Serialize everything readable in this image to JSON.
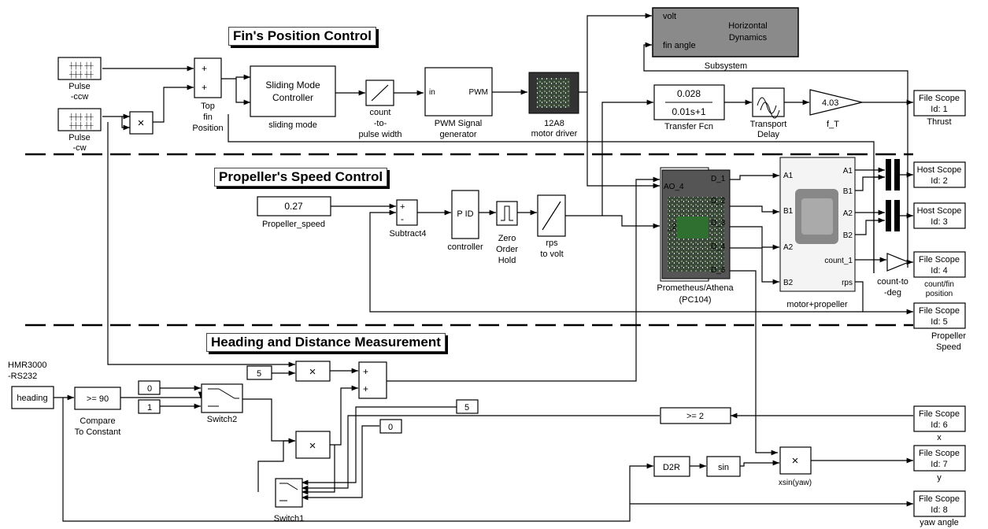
{
  "sections": {
    "fin": "Fin's Position Control",
    "prop": "Propeller's Speed Control",
    "head": "Heading and Distance Measurement"
  },
  "pulse": {
    "ccw_1": "Pulse",
    "ccw_2": "-ccw",
    "cw_1": "Pulse",
    "cw_2": "-cw"
  },
  "top_fin": {
    "l1": "Top",
    "l2": "fin",
    "l3": "Position"
  },
  "sliding": {
    "l1": "Sliding Mode",
    "l2": "Controller",
    "label": "sliding mode"
  },
  "count_pw": {
    "l1": "count",
    "l2": "-to-",
    "l3": "pulse width"
  },
  "pwm": {
    "in": "in",
    "out": "PWM",
    "l1": "PWM Signal",
    "l2": "generator"
  },
  "motor_driver": {
    "l1": "12A8",
    "l2": "motor driver"
  },
  "subsystem": {
    "volt": "volt",
    "fin": "fin angle",
    "t1": "Horizontal",
    "t2": "Dynamics",
    "label": "Subsystem"
  },
  "tf": {
    "num": "0.028",
    "den": "0.01s+1",
    "label": "Transfer Fcn"
  },
  "delay": {
    "l1": "Transport",
    "l2": "Delay"
  },
  "gain_fT": {
    "value": "4.03",
    "label": "f_T"
  },
  "scope1": {
    "l1": "File Scope",
    "l2": "Id: 1",
    "label": "Thrust"
  },
  "scope2": {
    "l1": "Host Scope",
    "l2": "Id: 2"
  },
  "scope3": {
    "l1": "Host Scope",
    "l2": "Id: 3"
  },
  "scope4": {
    "l1": "File Scope",
    "l2": "Id: 4",
    "lab1": "count/fin",
    "lab2": "position"
  },
  "scope5": {
    "l1": "File Scope",
    "l2": "Id: 5",
    "lab1": "Propeller",
    "lab2": "Speed"
  },
  "scope6": {
    "l1": "File Scope",
    "l2": "Id: 6",
    "label": "x"
  },
  "scope7": {
    "l1": "File Scope",
    "l2": "Id: 7",
    "label": "y"
  },
  "scope8": {
    "l1": "File Scope",
    "l2": "Id: 8",
    "label": "yaw angle"
  },
  "prop_speed": {
    "value": "0.27",
    "label": "Propeller_speed"
  },
  "subtract": {
    "label": "Subtract4",
    "plus": "+",
    "minus": "-"
  },
  "pid": {
    "text": "P ID",
    "label": "controller"
  },
  "zoh": {
    "l1": "Zero",
    "l2": "Order",
    "l3": "Hold"
  },
  "rps": {
    "l1": "rps",
    "l2": "to volt"
  },
  "prometheus": {
    "ao": "AO_4",
    "d1": "D_1",
    "d2": "D_2",
    "d3": "D_3",
    "d4": "D_4",
    "d5": "D_5",
    "p2": "_2",
    "l1": "Prometheus/Athena",
    "l2": "(PC104)"
  },
  "motorprop": {
    "a1": "A1",
    "b1": "B1",
    "a2": "A2",
    "b2": "B2",
    "oa1": "A1",
    "ob1": "B1",
    "oa2": "A2",
    "ob2": "B2",
    "count": "count_1",
    "rps": "rps",
    "label": "motor+propeller"
  },
  "count_deg": {
    "l1": "count-to",
    "l2": "-deg"
  },
  "hmr": {
    "l1": "HMR3000",
    "l2": "-RS232",
    "text": "heading"
  },
  "compare": {
    "text": ">= 90",
    "l1": "Compare",
    "l2": "To Constant"
  },
  "consts": {
    "c0": "0",
    "c1": "1",
    "c5a": "5",
    "c5b": "5",
    "c0b": "0"
  },
  "switch2": {
    "label": "Switch2"
  },
  "switch1": {
    "label": "Switch1"
  },
  "ge2": {
    "text": ">= 2"
  },
  "d2r": {
    "text": "D2R"
  },
  "sin": {
    "text": "sin"
  },
  "xsin": {
    "label": "xsin(yaw)"
  },
  "mult": {
    "sym": "×"
  },
  "sum": {
    "plus": "+"
  }
}
